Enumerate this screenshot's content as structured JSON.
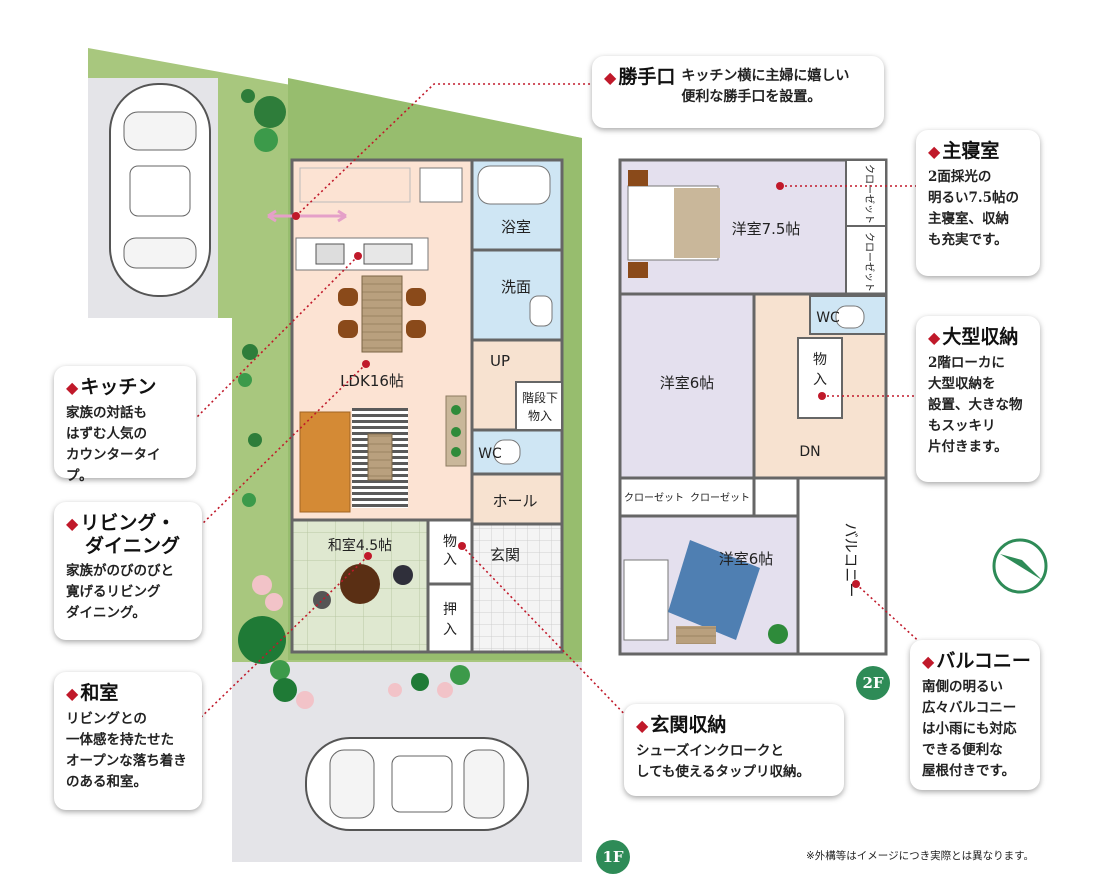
{
  "rooms_1f": {
    "ldk": "LDK16帖",
    "bath": "浴室",
    "washroom": "洗面",
    "up": "UP",
    "under_stairs": "階段下\n物入",
    "wc": "WC",
    "hall": "ホール",
    "entrance": "玄関",
    "storage": "物\n入",
    "closet": "押\n入",
    "washitsu": "和室4.5帖"
  },
  "rooms_2f": {
    "master": "洋室7.5帖",
    "closet_a": "クローゼット",
    "closet_b": "クローゼット",
    "wc": "WC",
    "storage": "物\n入",
    "western6a": "洋室6帖",
    "dn": "DN",
    "closet_c": "クローゼット",
    "closet_d": "クローゼット",
    "western6b": "洋室6帖",
    "balcony": "バルコニー"
  },
  "callouts": {
    "katteguchi": {
      "title": "勝手口",
      "text": "キッチン横に主婦に嬉しい\n便利な勝手口を設置。"
    },
    "master_bedroom": {
      "title": "主寝室",
      "text": "2面採光の\n明るい7.5帖の\n主寝室、収納\nも充実です。"
    },
    "big_storage": {
      "title": "大型収納",
      "text": "2階ローカに\n大型収納を\n設置、大きな物\nもスッキリ\n片付きます。"
    },
    "kitchen": {
      "title": "キッチン",
      "text": "家族の対話も\nはずむ人気の\nカウンタータイプ。"
    },
    "living": {
      "title": "リビング・\n　ダイニング",
      "text": "家族がのびのびと\n寛げるリビング\nダイニング。"
    },
    "washitsu": {
      "title": "和室",
      "text": "リビングとの\n一体感を持たせた\nオープンな落ち着き\nのある和室。"
    },
    "entrance_storage": {
      "title": "玄関収納",
      "text": "シューズインクロークと\nしても使えるタップリ収納。"
    },
    "balcony": {
      "title": "バルコニー",
      "text": "南側の明るい\n広々バルコニー\nは小雨にも対応\nできる便利な\n屋根付きです。"
    }
  },
  "floor_labels": {
    "f1": "1F",
    "f2": "2F"
  },
  "note": "※外構等はイメージにつき実際とは異なります。",
  "colors": {
    "lawn": "#a8c77e",
    "grass_dark": "#8cb765",
    "paving": "#e4e4e8",
    "ldk": "#fce3d3",
    "water": "#cfe6f4",
    "washitsu": "#dfe8d0",
    "bedroom": "#e4e0ee",
    "hall": "#f7e2d0",
    "accent_red": "#c0192a",
    "badge_green": "#2e8b57"
  }
}
